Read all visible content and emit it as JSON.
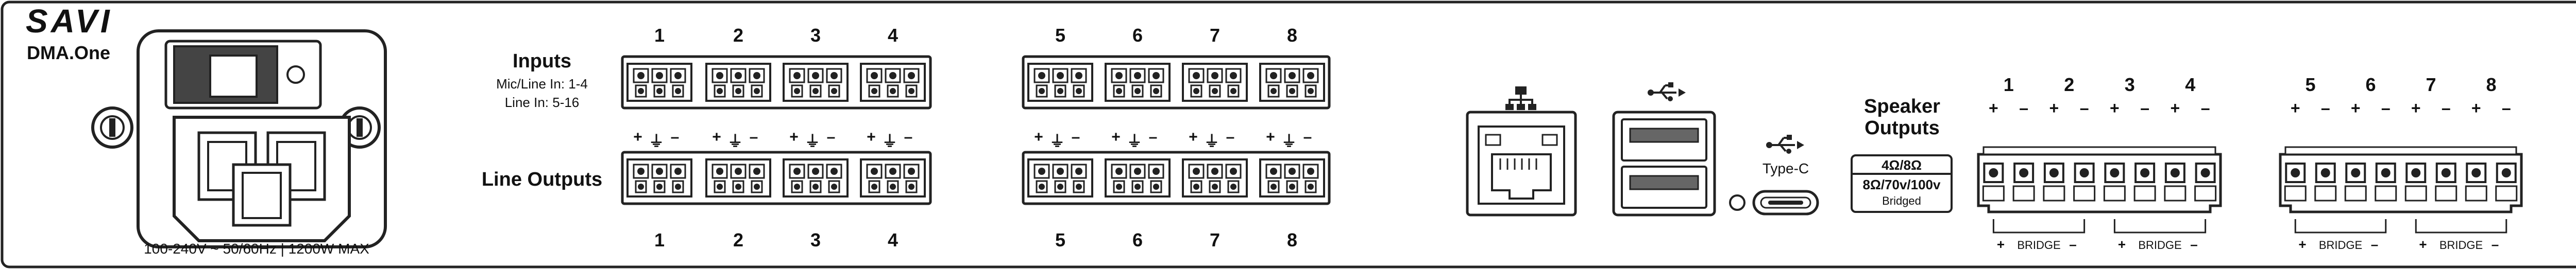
{
  "brand": {
    "logo_text": "SAVI",
    "model": "DMA.One"
  },
  "power": {
    "rating": "100-240V ~ 50/60Hz | 1200W MAX"
  },
  "inputs": {
    "title": "Inputs",
    "subtitle_1": "Mic/Line In: 1-4",
    "subtitle_2": "Line In: 5-16",
    "channels": [
      "1",
      "2",
      "3",
      "4",
      "5",
      "6",
      "7",
      "8"
    ]
  },
  "line_outputs": {
    "title": "Line Outputs",
    "polarity": [
      "+",
      "⏚",
      "–"
    ],
    "channels": [
      "1",
      "2",
      "3",
      "4",
      "5",
      "6",
      "7",
      "8"
    ]
  },
  "network": {
    "icon": "network-icon"
  },
  "usb": {
    "icon": "usb-icon",
    "typec_label": "Type-C"
  },
  "speaker": {
    "title_1": "Speaker",
    "title_2": "Outputs",
    "impedance": "4Ω/8Ω",
    "bridged_line": "8Ω/70v/100v",
    "bridged": "Bridged",
    "channels": [
      "1",
      "2",
      "3",
      "4",
      "5",
      "6",
      "7",
      "8"
    ],
    "polarity": [
      "+",
      "–"
    ],
    "bridge_label": "BRIDGE",
    "bridge_plus": "+",
    "bridge_minus": "–"
  }
}
